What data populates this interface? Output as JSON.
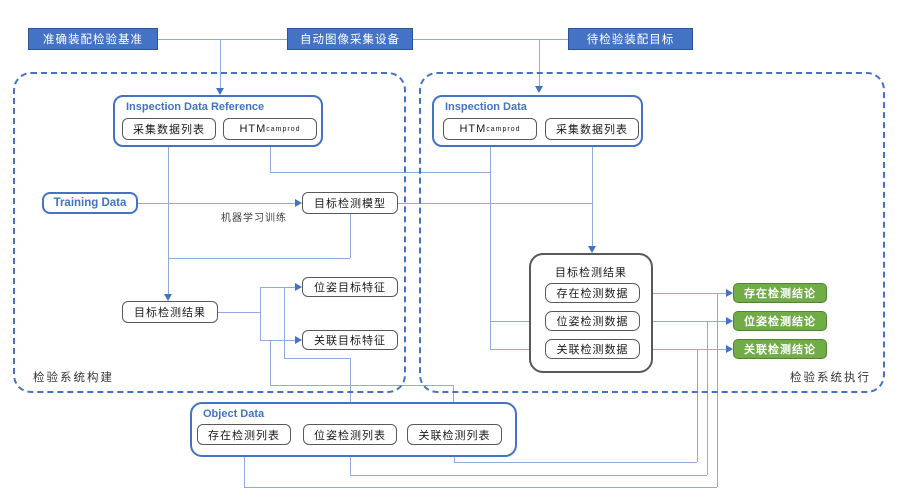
{
  "top_nodes": [
    {
      "label": "准确装配检验基准"
    },
    {
      "label": "自动图像采集设备"
    },
    {
      "label": "待检验装配目标"
    }
  ],
  "left_panel": {
    "caption": "检验系统构建",
    "inspection_data_reference": {
      "title": "Inspection Data Reference",
      "list_box": "采集数据列表",
      "htm": {
        "base": "HTM",
        "sub": "cam",
        "sup": "prod"
      }
    },
    "training_data": {
      "title": "Training Data"
    },
    "ml_training_label": "机器学习训练",
    "detection_model": "目标检测模型",
    "detection_result": "目标检测结果",
    "pose_feature": "位姿目标特征",
    "association_feature": "关联目标特征"
  },
  "right_panel": {
    "caption": "检验系统执行",
    "inspection_data": {
      "title": "Inspection Data",
      "htm": {
        "base": "HTM",
        "sub": "cam",
        "sup": "prod"
      },
      "list_box": "采集数据列表"
    },
    "detection_result_group": {
      "title": "目标检测结果",
      "items": [
        "存在检测数据",
        "位姿检测数据",
        "关联检测数据"
      ]
    },
    "conclusions": [
      "存在检测结论",
      "位姿检测结论",
      "关联检测结论"
    ]
  },
  "object_data": {
    "title": "Object Data",
    "items": [
      "存在检测列表",
      "位姿检测列表",
      "关联检测列表"
    ]
  },
  "colors": {
    "node_blue": "#4472C4",
    "node_blue_border": "#2E5395",
    "green": "#70AD47",
    "green_border": "#548235",
    "line": "#8FAADC",
    "arrow": "#4472C4",
    "box_border": "#595959"
  }
}
